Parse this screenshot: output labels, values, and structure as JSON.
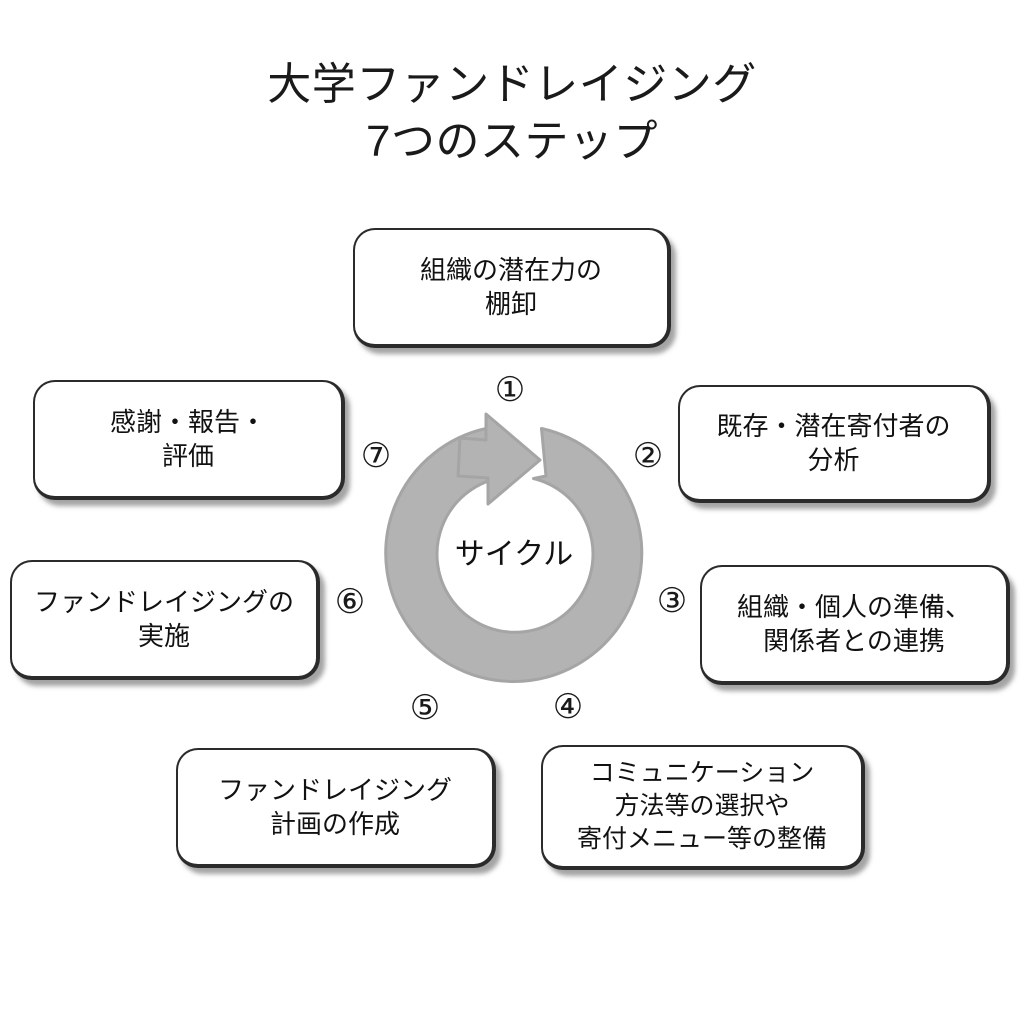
{
  "title": {
    "line1": "大学ファンドレイジング",
    "line2": "7つのステップ",
    "full": "大学ファンドレイジング\n7つのステップ"
  },
  "cycle": {
    "label": "サイクル",
    "arrow_color": "#b3b3b3",
    "arrow_outline_color": "#a3a3a3",
    "direction": "clockwise"
  },
  "colors": {
    "background": "#ffffff",
    "box_fill": "#ffffff",
    "box_border": "#2b2b2b",
    "text": "#111111",
    "shadow": "#5a5a5a",
    "cycle_gray": "#b3b3b3"
  },
  "steps": [
    {
      "number": "①",
      "text": "組織の潜在力の\n棚卸",
      "position": "top"
    },
    {
      "number": "②",
      "text": "既存・潜在寄付者の\n分析",
      "position": "upper-right"
    },
    {
      "number": "③",
      "text": "組織・個人の準備、\n関係者との連携",
      "position": "lower-right"
    },
    {
      "number": "④",
      "text": "コミュニケーション\n方法等の選択や\n寄付メニュー等の整備",
      "position": "bottom-right"
    },
    {
      "number": "⑤",
      "text": "ファンドレイジング\n計画の作成",
      "position": "bottom-left"
    },
    {
      "number": "⑥",
      "text": "ファンドレイジングの\n実施",
      "position": "lower-left"
    },
    {
      "number": "⑦",
      "text": "感謝・報告・\n評価",
      "position": "upper-left"
    }
  ]
}
